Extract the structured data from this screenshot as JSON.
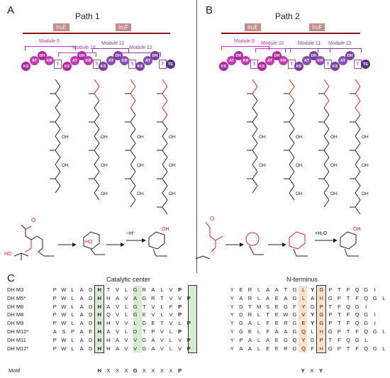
{
  "panels": {
    "a": {
      "letter": "A",
      "title": "Path 1",
      "prot1": "IruE",
      "prot2": "IruF",
      "modules": [
        "Module 9",
        "Module 10",
        "Module 11",
        "Module 12"
      ],
      "reaction_label": "−H⁺"
    },
    "b": {
      "letter": "B",
      "title": "Path 2",
      "prot1": "IruE",
      "prot2": "IruF",
      "modules": [
        "Module 9",
        "Module 10",
        "Module 11",
        "Module 12"
      ],
      "reaction_label": "+H₂O"
    },
    "c": {
      "letter": "C",
      "catalytic_header": "Catalytic center",
      "nterm_header": "N-terminus"
    }
  },
  "domains": {
    "ks": "KS",
    "at": "AT",
    "dh": "DH",
    "kr": "KR",
    "t": "T",
    "te": "TE"
  },
  "colors": {
    "module_pink": "#cc33cc",
    "module_purple": "#7a3fa0",
    "protein_bar": "#8b1a1a",
    "protein_label_bg": "#c48b8b",
    "red_chem": "#e8201c",
    "green_hl": "#d9ead3",
    "orange_hl": "#fbe1cc"
  },
  "alignment": {
    "rows": [
      {
        "label": "DH M3",
        "cat": [
          "P",
          "W",
          "L",
          "A",
          "D",
          "H",
          "T",
          "V",
          "L",
          "G",
          "R",
          "A",
          "L",
          "V",
          "P"
        ],
        "nt": [
          "Y",
          "E",
          "R",
          "L",
          "A",
          "A",
          "T",
          "G",
          "L",
          "Y",
          "G",
          "P",
          "T",
          "F",
          "Q",
          "G",
          "I"
        ]
      },
      {
        "label": "DH M5*",
        "cat": [
          "P",
          "W",
          "L",
          "A",
          "D",
          "H",
          "H",
          "A",
          "V",
          "A",
          "G",
          "R",
          "T",
          "V",
          "V",
          "P"
        ],
        "nt": [
          "Y",
          "A",
          "R",
          "L",
          "A",
          "E",
          "A",
          "G",
          "L",
          "A",
          "H",
          "G",
          "P",
          "T",
          "F",
          "Q",
          "G",
          "L"
        ]
      },
      {
        "label": "DH M6",
        "cat": [
          "P",
          "W",
          "L",
          "A",
          "D",
          "H",
          "A",
          "V",
          "L",
          "G",
          "T",
          "V",
          "L",
          "F",
          "P"
        ],
        "nt": [
          "Y",
          "D",
          "T",
          "M",
          "S",
          "E",
          "G",
          "F",
          "Y",
          "G",
          "P",
          "T",
          "F",
          "Q",
          "G",
          "I"
        ]
      },
      {
        "label": "DH M8",
        "cat": [
          "P",
          "W",
          "L",
          "A",
          "D",
          "H",
          "Q",
          "V",
          "L",
          "G",
          "E",
          "V",
          "L",
          "V",
          "P"
        ],
        "nt": [
          "Y",
          "D",
          "R",
          "L",
          "T",
          "E",
          "W",
          "G",
          "V",
          "Y",
          "G",
          "P",
          "T",
          "F",
          "Q",
          "G",
          "I"
        ]
      },
      {
        "label": "DH M9",
        "cat": [
          "P",
          "W",
          "L",
          "A",
          "D",
          "H",
          "H",
          "V",
          "V",
          "L",
          "G",
          "E",
          "T",
          "V",
          "L",
          "P"
        ],
        "nt": [
          "Y",
          "G",
          "A",
          "L",
          "F",
          "E",
          "R",
          "G",
          "E",
          "Y",
          "G",
          "P",
          "T",
          "F",
          "Q",
          "G",
          "I"
        ]
      },
      {
        "label": "DH M10*",
        "cat": [
          "A",
          "S",
          "P",
          "A",
          "E",
          "H",
          "A",
          "V",
          "L",
          "D",
          "T",
          "P",
          "V",
          "L",
          "P"
        ],
        "nt": [
          "Y",
          "G",
          "E",
          "L",
          "F",
          "A",
          "A",
          "G",
          "Q",
          "L",
          "H",
          "G",
          "P",
          "T",
          "F",
          "Q",
          "G",
          "L"
        ]
      },
      {
        "label": "DH M11",
        "cat": [
          "P",
          "W",
          "L",
          "A",
          "D",
          "H",
          "H",
          "A",
          "V",
          "V",
          "G",
          "A",
          "V",
          "L",
          "V",
          "P"
        ],
        "nt": [
          "Y",
          "P",
          "A",
          "L",
          "A",
          "E",
          "G",
          "Q",
          "Y",
          "G",
          "P",
          "T",
          "F",
          "Q",
          "G",
          "L"
        ]
      },
      {
        "label": "DH M12*",
        "cat": [
          "P",
          "W",
          "L",
          "A",
          "D",
          "H",
          "H",
          "A",
          "V",
          "V",
          "G",
          "A",
          "V",
          "L",
          "V",
          "P"
        ],
        "nt": [
          "Y",
          "A",
          "A",
          "L",
          "E",
          "E",
          "R",
          "G",
          "Q",
          "F",
          "H",
          "G",
          "P",
          "T",
          "F",
          "Q",
          "G",
          "L"
        ]
      }
    ],
    "motif_label": "Motif",
    "motif_cat": [
      "H",
      "X",
      "X",
      "X",
      "G",
      "X",
      "X",
      "X",
      "X",
      "P"
    ],
    "motif_nt": [
      "Y",
      "X",
      "Y"
    ]
  }
}
